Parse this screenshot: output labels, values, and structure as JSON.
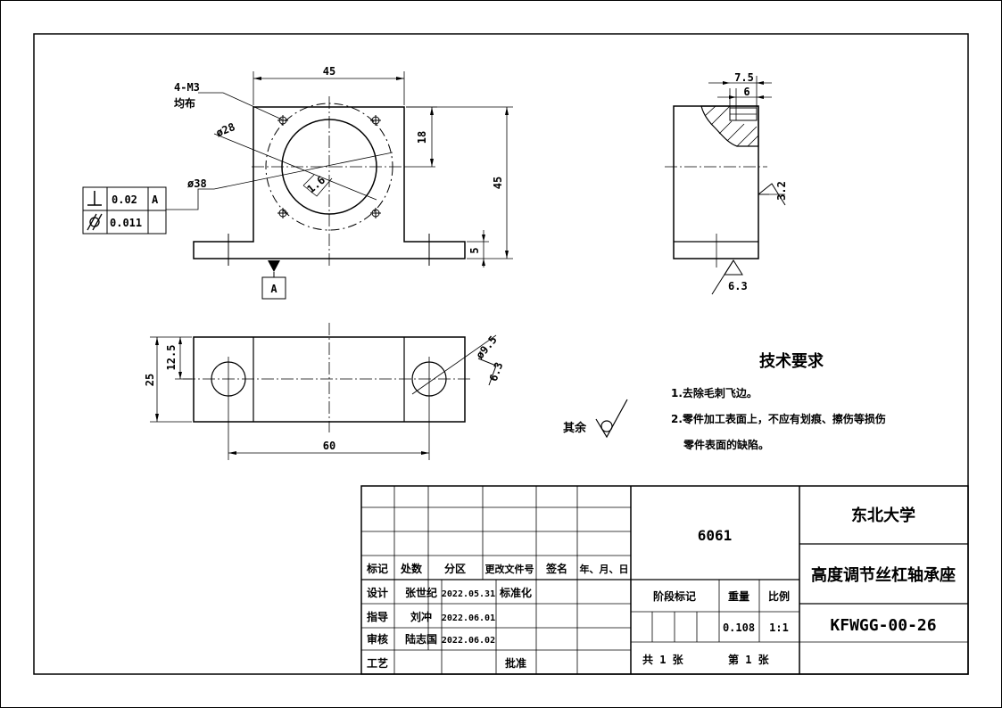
{
  "dims": {
    "top_width": "45",
    "thread": "4-M3",
    "thread_note": "均布",
    "dia_inner": "ø28",
    "dia_outer": "ø38",
    "roughness_center": "1.6",
    "step_h": "18",
    "total_h": "45",
    "base_h": "5",
    "datum": "A",
    "side_w1": "7.5",
    "side_w2": "6",
    "side_rough1": "3.2",
    "side_rough2": "6.3",
    "bottom_h": "25",
    "bottom_half": "12.5",
    "hole_dia": "ø9.5",
    "hole_rough": "6.3",
    "hole_spacing": "60"
  },
  "tolerance": {
    "row1_value": "0.02",
    "row1_datum": "A",
    "row2_value": "0.011"
  },
  "notes": {
    "title": "技术要求",
    "line1": "1.去除毛刺飞边。",
    "line2": "2.零件加工表面上，不应有划痕、擦伤等损伤",
    "line3": "零件表面的缺陷。",
    "rest_label": "其余"
  },
  "title_block": {
    "h_mark": "标记",
    "h_count": "处数",
    "h_zone": "分区",
    "h_docno": "更改文件号",
    "h_sign": "签名",
    "h_date": "年、月、日",
    "design_label": "设计",
    "design_name": "张世纪",
    "design_date": "2022.05.31",
    "std_label": "标准化",
    "guide_label": "指导",
    "guide_name": "刘冲",
    "guide_date": "2022.06.01",
    "review_label": "审核",
    "review_name": "陆志国",
    "review_date": "2022.06.02",
    "process_label": "工艺",
    "approve_label": "批准",
    "material": "6061",
    "stage_label": "阶段标记",
    "weight_label": "重量",
    "scale_label": "比例",
    "weight": "0.108",
    "scale": "1:1",
    "sheets_total": "共 1 张",
    "sheet_no": "第 1 张",
    "university": "东北大学",
    "part_name": "高度调节丝杠轴承座",
    "drawing_no": "KFWGG-00-26"
  }
}
